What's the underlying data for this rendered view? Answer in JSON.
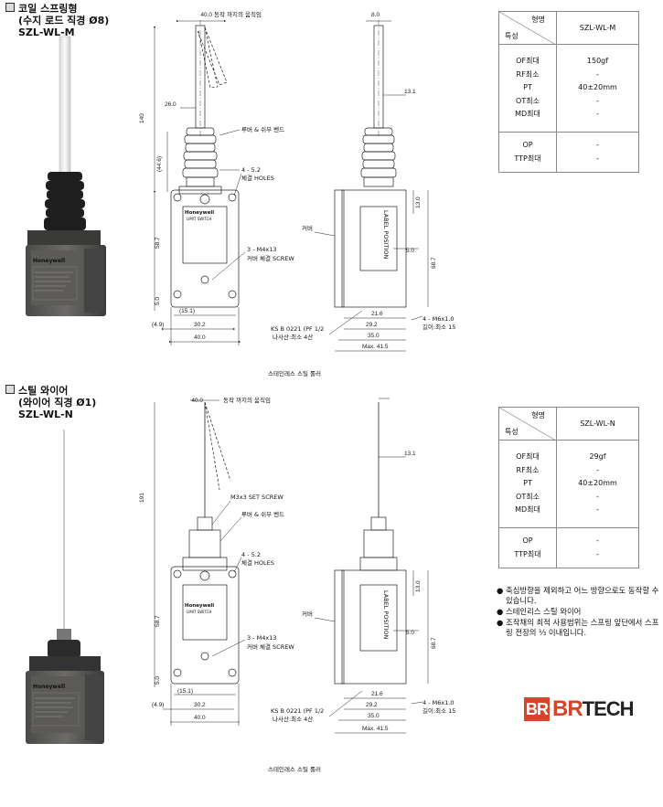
{
  "section1": {
    "title_line1": "코일 스프링형",
    "title_line2": "(수지 로드 직경 Ø8)",
    "title_line3": "SZL-WL-M",
    "callouts": {
      "movement": "동작 까지의 움직임",
      "bellows": "루버 & 쉬부 벤드",
      "holes_count": "4 - 5.2",
      "holes_label": "체결 HOLES",
      "screw_count": "3 - M4x13",
      "screw_label": "커버 체결 SCREW",
      "cover": "커버",
      "conduit": "KS B 0221 (PF 1/2",
      "conduit_sub": "나사산:최소 4산",
      "mounting": "4 - M6x1.0",
      "mounting_sub": "길이:최소 15",
      "label_position": "LABEL POSITION"
    },
    "dims": {
      "top_width": "40.0",
      "rod_dia": "8.0",
      "d26": "26.0",
      "d13_1": "13.1",
      "d140": "140",
      "d44_6": "(44.6)",
      "d58_7": "58.7",
      "d5_0": "5.0",
      "d15_1": "(15.1)",
      "d4_9": "(4.9)",
      "d30_2": "30.2",
      "d40_0": "40.0",
      "d13_0": "13.0",
      "d68_7": "68.7",
      "d21_6": "21.6",
      "d29_2": "29.2",
      "d35_0": "35.0",
      "dmax": "Max. 41.5"
    },
    "caption": "스테인레스 스틸 롤러",
    "brand": "Honeywell",
    "brand_sub": "LIMIT SWITCH",
    "table": {
      "header_top": "형명",
      "header_bottom": "특성",
      "model": "SZL-WL-M",
      "rows": [
        {
          "name": "OF최대",
          "value": "150gf"
        },
        {
          "name": "RF최소",
          "value": "-"
        },
        {
          "name": "PT",
          "value": "40±20mm"
        },
        {
          "name": "OT최소",
          "value": "-"
        },
        {
          "name": "MD최대",
          "value": "-"
        }
      ],
      "rows2": [
        {
          "name": "OP",
          "value": "-"
        },
        {
          "name": "TTP최대",
          "value": "-"
        }
      ]
    }
  },
  "section2": {
    "title_line1": "스틸 와이어",
    "title_line2": "(와이어 직경 Ø1)",
    "title_line3": "SZL-WL-N",
    "callouts": {
      "movement": "동작 까지의 움직임",
      "set_screw": "M3x3 SET SCREW",
      "bellows": "루버 & 쉬부 벤드",
      "holes_count": "4 - 5.2",
      "holes_label": "체결 HOLES",
      "screw_count": "3 - M4x13",
      "screw_label": "커버 체결 SCREW",
      "cover": "커버",
      "conduit": "KS B 0221 (PF 1/2",
      "conduit_sub": "나사산:최소 4산",
      "mounting": "4 - M6x1.0",
      "mounting_sub": "길이:최소 15",
      "label_position": "LABEL POSITION"
    },
    "dims": {
      "top_width": "40.0",
      "d13_1": "13.1",
      "d191": "191",
      "d58_7": "58.7",
      "d5_0": "5.0",
      "d15_1": "(15.1)",
      "d4_9": "(4.9)",
      "d30_2": "30.2",
      "d40_0": "40.0",
      "d13_0": "13.0",
      "d68_7": "68.7",
      "d21_6": "21.6",
      "d29_2": "29.2",
      "d35_0": "35.0",
      "dmax": "Max. 41.5"
    },
    "caption": "스테인레스 스틸 롤러",
    "brand": "Honeywell",
    "brand_sub": "LIMIT SWITCH",
    "table": {
      "header_top": "형명",
      "header_bottom": "특성",
      "model": "SZL-WL-N",
      "rows": [
        {
          "name": "OF최대",
          "value": "29gf"
        },
        {
          "name": "RF최소",
          "value": "-"
        },
        {
          "name": "PT",
          "value": "40±20mm"
        },
        {
          "name": "OT최소",
          "value": "-"
        },
        {
          "name": "MD최대",
          "value": "-"
        }
      ],
      "rows2": [
        {
          "name": "OP",
          "value": "-"
        },
        {
          "name": "TTP최대",
          "value": "-"
        }
      ]
    }
  },
  "notes": [
    "축심방향을 제외하고 어느 방향으로도 동작할 수 있습니다.",
    "스테인리스 스틸 와이어",
    "조작채의 최적 사용범위는 스프링 앞단에서 스프링 전장의 ⅓ 이내입니다."
  ],
  "logo": {
    "mark": "BR",
    "brand_a": "BR",
    "brand_b": "TECH"
  }
}
